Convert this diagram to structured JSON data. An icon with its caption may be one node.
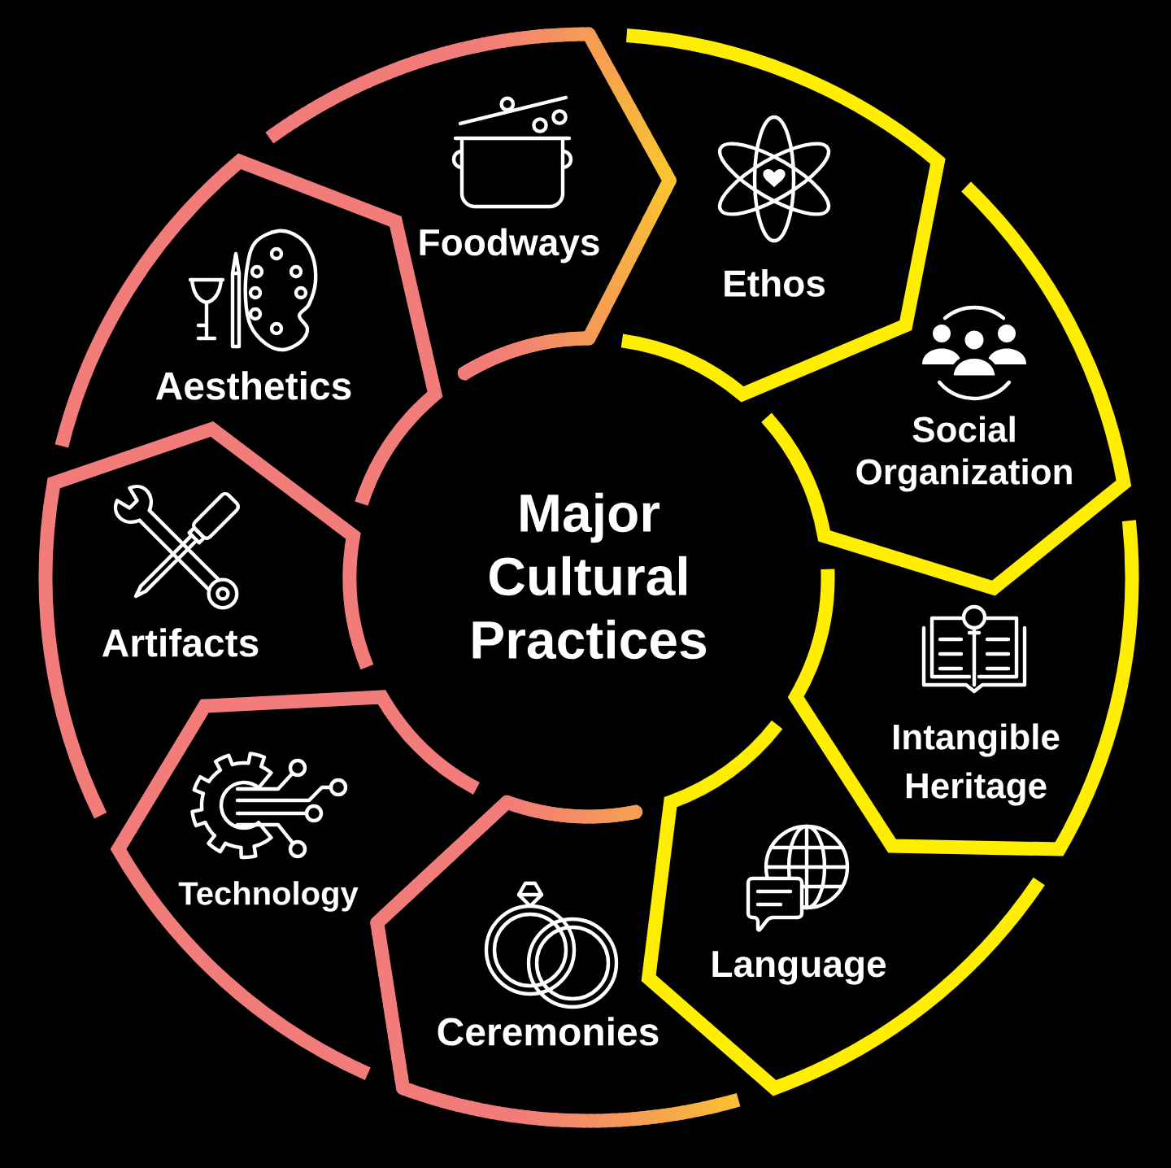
{
  "diagram": {
    "nodes": [
      {
        "text": [
          "Major Cultural Practices"
        ]
      },
      {
        "text": [
          "Foodways"
        ]
      },
      {
        "text": [
          "Ethos"
        ]
      },
      {
        "text": [
          "Social Organization"
        ]
      },
      {
        "text": [
          "Intangible Heritage"
        ]
      },
      {
        "text": [
          "Language"
        ]
      },
      {
        "text": [
          "Ceremonies"
        ]
      },
      {
        "text": [
          "Technology"
        ]
      },
      {
        "text": [
          "Artifacts"
        ]
      },
      {
        "text": [
          "Aesthetics"
        ]
      }
    ]
  }
}
